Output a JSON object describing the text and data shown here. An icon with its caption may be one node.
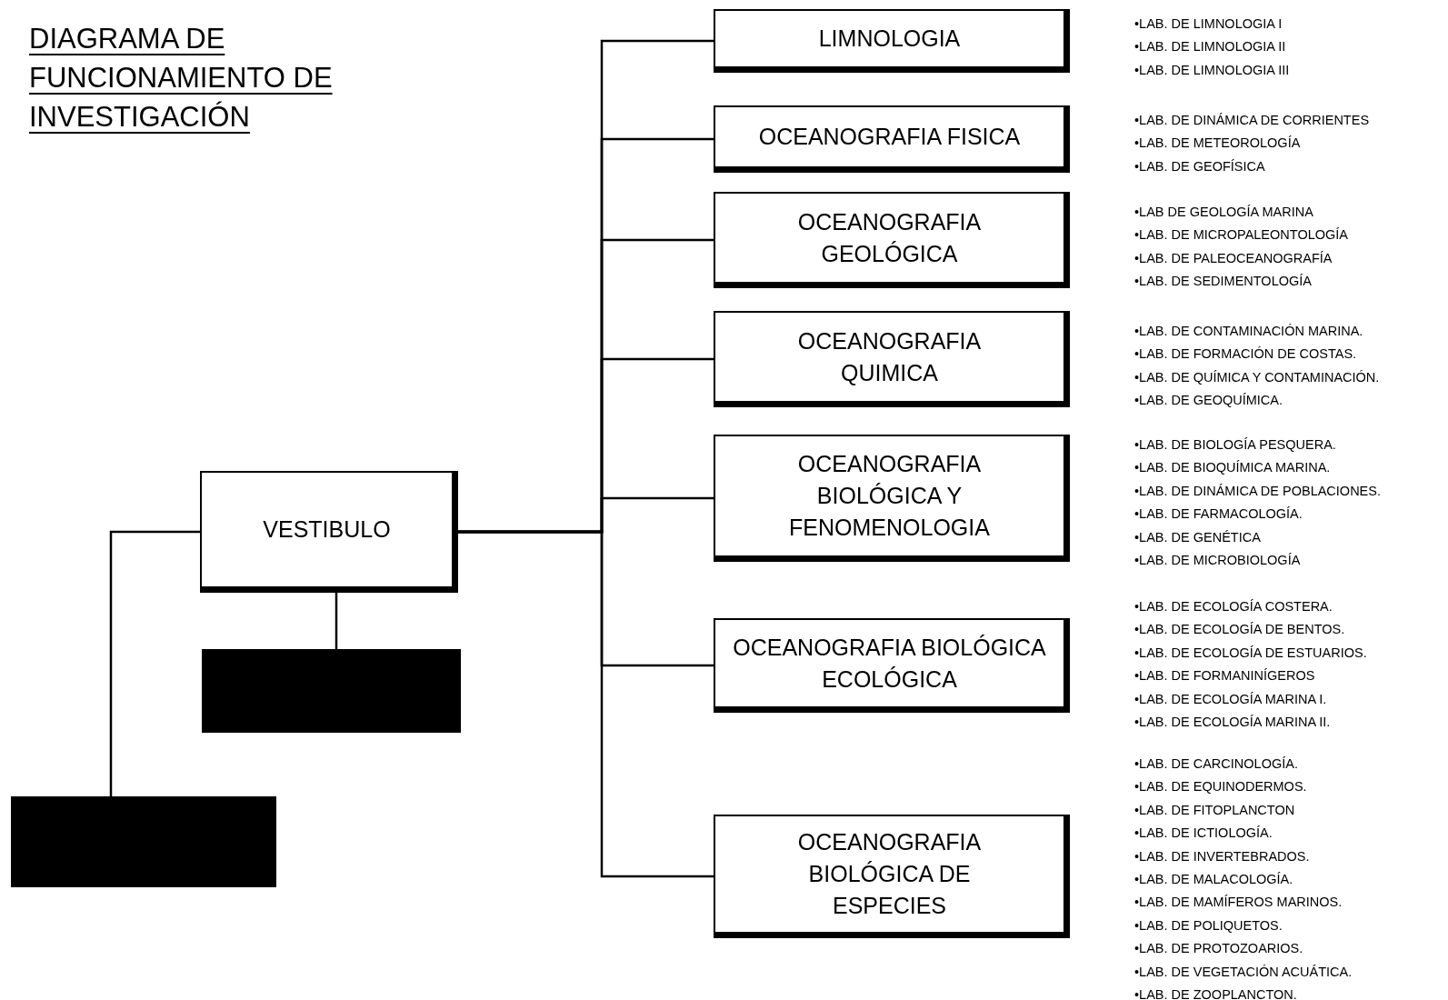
{
  "diagram": {
    "title": "DIAGRAMA DE FUNCIONAMIENTO DE INVESTIGACIÓN",
    "nodes": [
      {
        "text": [
          "VESTIBULO"
        ]
      },
      {
        "text": [],
        "shape": "box"
      },
      {
        "text": [],
        "shape": "box"
      },
      {
        "text": [
          "LIMNOLOGIA"
        ],
        "beside": [
          "•LAB. DE LIMNOLOGIA I",
          "•LAB. DE LIMNOLOGIA II",
          "•LAB. DE LIMNOLOGIA III"
        ]
      },
      {
        "text": [
          "OCEANOGRAFIA FISICA"
        ],
        "beside": [
          "•LAB. DE DINÁMICA DE CORRIENTES",
          "•LAB. DE METEOROLOGÍA",
          "•LAB. DE GEOFÍSICA"
        ]
      },
      {
        "text": [
          "OCEANOGRAFIA GEOLÓGICA"
        ],
        "beside": [
          "•LAB DE GEOLOGÍA MARINA",
          "•LAB. DE MICROPALEONTOLOGÍA",
          "•LAB. DE PALEOCEANOGRAFÍA",
          "•LAB. DE SEDIMENTOLOGÍA"
        ]
      },
      {
        "text": [
          "OCEANOGRAFIA QUIMICA"
        ],
        "beside": [
          "•LAB. DE CONTAMINACIÓN MARINA.",
          "•LAB. DE FORMACIÓN DE COSTAS.",
          "•LAB. DE QUÍMICA Y CONTAMINACIÓN.",
          "•LAB. DE GEOQUÍMICA."
        ]
      },
      {
        "text": [
          "OCEANOGRAFIA BIOLÓGICA Y FENOMENOLOGIA"
        ],
        "beside": [
          "•LAB. DE BIOLOGÍA PESQUERA.",
          "•LAB. DE BIOQUÍMICA MARINA.",
          "•LAB. DE DINÁMICA DE POBLACIONES.",
          "•LAB. DE FARMACOLOGÍA.",
          "•LAB. DE GENÉTICA",
          "•LAB. DE MICROBIOLOGÍA"
        ]
      },
      {
        "text": [
          "OCEANOGRAFIA BIOLÓGICA ECOLÓGICA"
        ],
        "beside": [
          "•LAB. DE ECOLOGÍA COSTERA.",
          "•LAB. DE ECOLOGÍA DE BENTOS.",
          "•LAB. DE ECOLOGÍA DE ESTUARIOS.",
          "•LAB. DE FORMANINÍGEROS",
          "•LAB. DE ECOLOGÍA MARINA I.",
          "•LAB. DE ECOLOGÍA MARINA II."
        ]
      },
      {
        "text": [
          "OCEANOGRAFIA BIOLÓGICA DE ESPECIES"
        ],
        "beside": [
          "•LAB. DE CARCINOLOGÍA.",
          "•LAB. DE EQUINODERMOS.",
          "•LAB. DE FITOPLANCTON",
          "•LAB. DE ICTIOLOGÍA.",
          "•LAB. DE INVERTEBRADOS.",
          "•LAB. DE MALACOLOGÍA.",
          "•LAB. DE MAMÍFEROS MARINOS.",
          "•LAB. DE POLIQUETOS.",
          "•LAB. DE PROTOZOARIOS.",
          "•LAB. DE VEGETACIÓN ACUÁTICA.",
          "•LAB. DE ZOOPLANCTON."
        ]
      }
    ],
    "edges": [
      {
        "from": 0,
        "to": 1,
        "arrow": "none"
      },
      {
        "from": 0,
        "to": 2,
        "arrow": "none"
      },
      {
        "from": 0,
        "to": 3,
        "arrow": "none"
      },
      {
        "from": 0,
        "to": 4,
        "arrow": "none"
      },
      {
        "from": 0,
        "to": 5,
        "arrow": "none"
      },
      {
        "from": 0,
        "to": 6,
        "arrow": "none"
      },
      {
        "from": 0,
        "to": 7,
        "arrow": "none"
      },
      {
        "from": 0,
        "to": 8,
        "arrow": "none"
      },
      {
        "from": 0,
        "to": 9,
        "arrow": "none"
      }
    ]
  }
}
